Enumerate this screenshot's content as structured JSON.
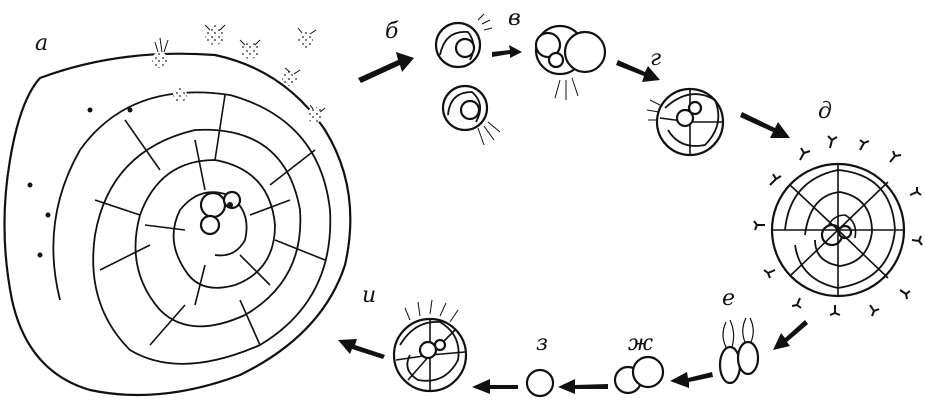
{
  "labels": {
    "a": "а",
    "b": "б",
    "v": "в",
    "g": "г",
    "d": "д",
    "e": "е",
    "zh": "ж",
    "z": "з",
    "i": "и"
  },
  "colors": {
    "ink": "#111111",
    "paper": "#ffffff"
  }
}
